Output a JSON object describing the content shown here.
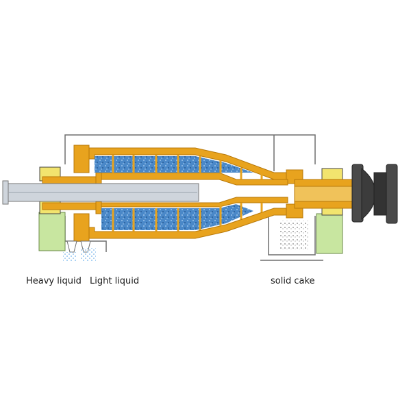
{
  "labels": {
    "heavy_liquid": "Heavy liquid",
    "light_liquid": "Light liquid",
    "solid_cake": "solid cake"
  },
  "colors": {
    "bowl": "#e8a31e",
    "bowl_stroke": "#b8790a",
    "liquid": "#3a78b8",
    "bearing_block": "#c8e6a0",
    "bearing": "#f2e46e",
    "motor": "#3c3c3c",
    "frame": "#6e6e6e",
    "shaft": "#cfd5dc"
  }
}
